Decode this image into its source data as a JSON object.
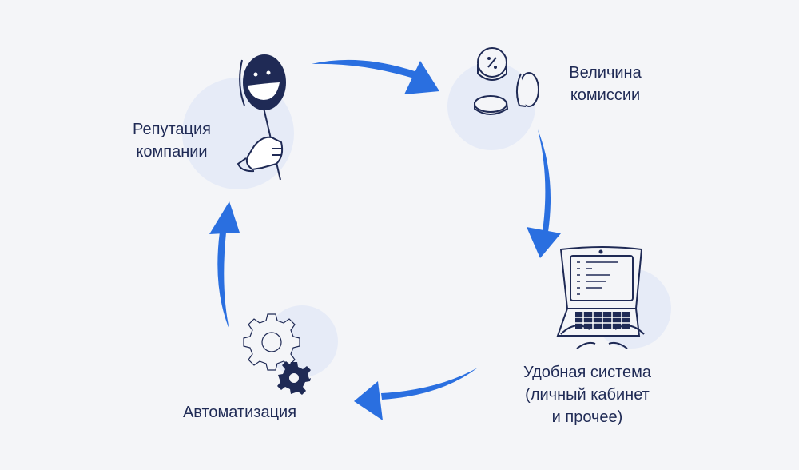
{
  "colors": {
    "background": "#f4f5f8",
    "text": "#1f2a55",
    "arrow": "#2a6fe0",
    "bubble": "#e6ebf7",
    "icon": "#1f2a55"
  },
  "nodes": {
    "reputation": {
      "line1": "Репутация",
      "line2": "компании",
      "icon": "smiley-sign-icon"
    },
    "commission": {
      "line1": "Величина",
      "line2": "комиссии",
      "icon": "coins-icon"
    },
    "system": {
      "line1": "Удобная система",
      "line2": "(личный кабинет",
      "line3": "и прочее)",
      "icon": "laptop-icon"
    },
    "automation": {
      "line1": "Автоматизация",
      "icon": "gears-icon"
    }
  }
}
